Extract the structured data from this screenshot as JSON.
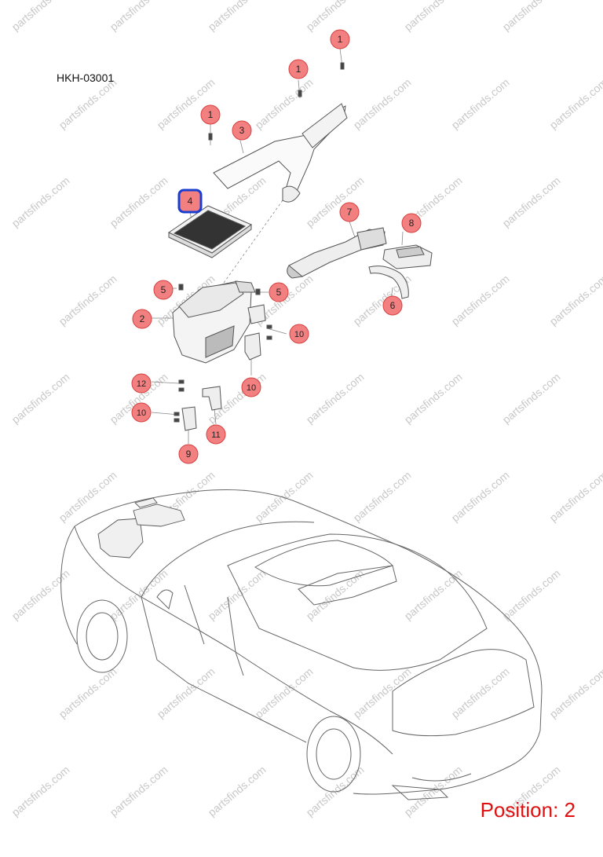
{
  "diagram_code": "HKH-03001",
  "position_label": "Position: 2",
  "watermark_text": "partsfinds.com",
  "highlighted_part": "4",
  "callouts": [
    {
      "number": "1",
      "highlighted": false
    },
    {
      "number": "1",
      "highlighted": false
    },
    {
      "number": "1",
      "highlighted": false
    },
    {
      "number": "3",
      "highlighted": false
    },
    {
      "number": "4",
      "highlighted": true
    },
    {
      "number": "7",
      "highlighted": false
    },
    {
      "number": "8",
      "highlighted": false
    },
    {
      "number": "5",
      "highlighted": false
    },
    {
      "number": "5",
      "highlighted": false
    },
    {
      "number": "2",
      "highlighted": false
    },
    {
      "number": "6",
      "highlighted": false
    },
    {
      "number": "10",
      "highlighted": false
    },
    {
      "number": "10",
      "highlighted": false
    },
    {
      "number": "12",
      "highlighted": false
    },
    {
      "number": "10",
      "highlighted": false
    },
    {
      "number": "11",
      "highlighted": false
    },
    {
      "number": "9",
      "highlighted": false
    }
  ],
  "colors": {
    "callout_fill": "#f28080",
    "callout_stroke": "#d84040",
    "highlight_stroke": "#1a3fd0",
    "position_text": "#e01010",
    "line_art": "#555555",
    "watermark": "#c8c8c8"
  }
}
